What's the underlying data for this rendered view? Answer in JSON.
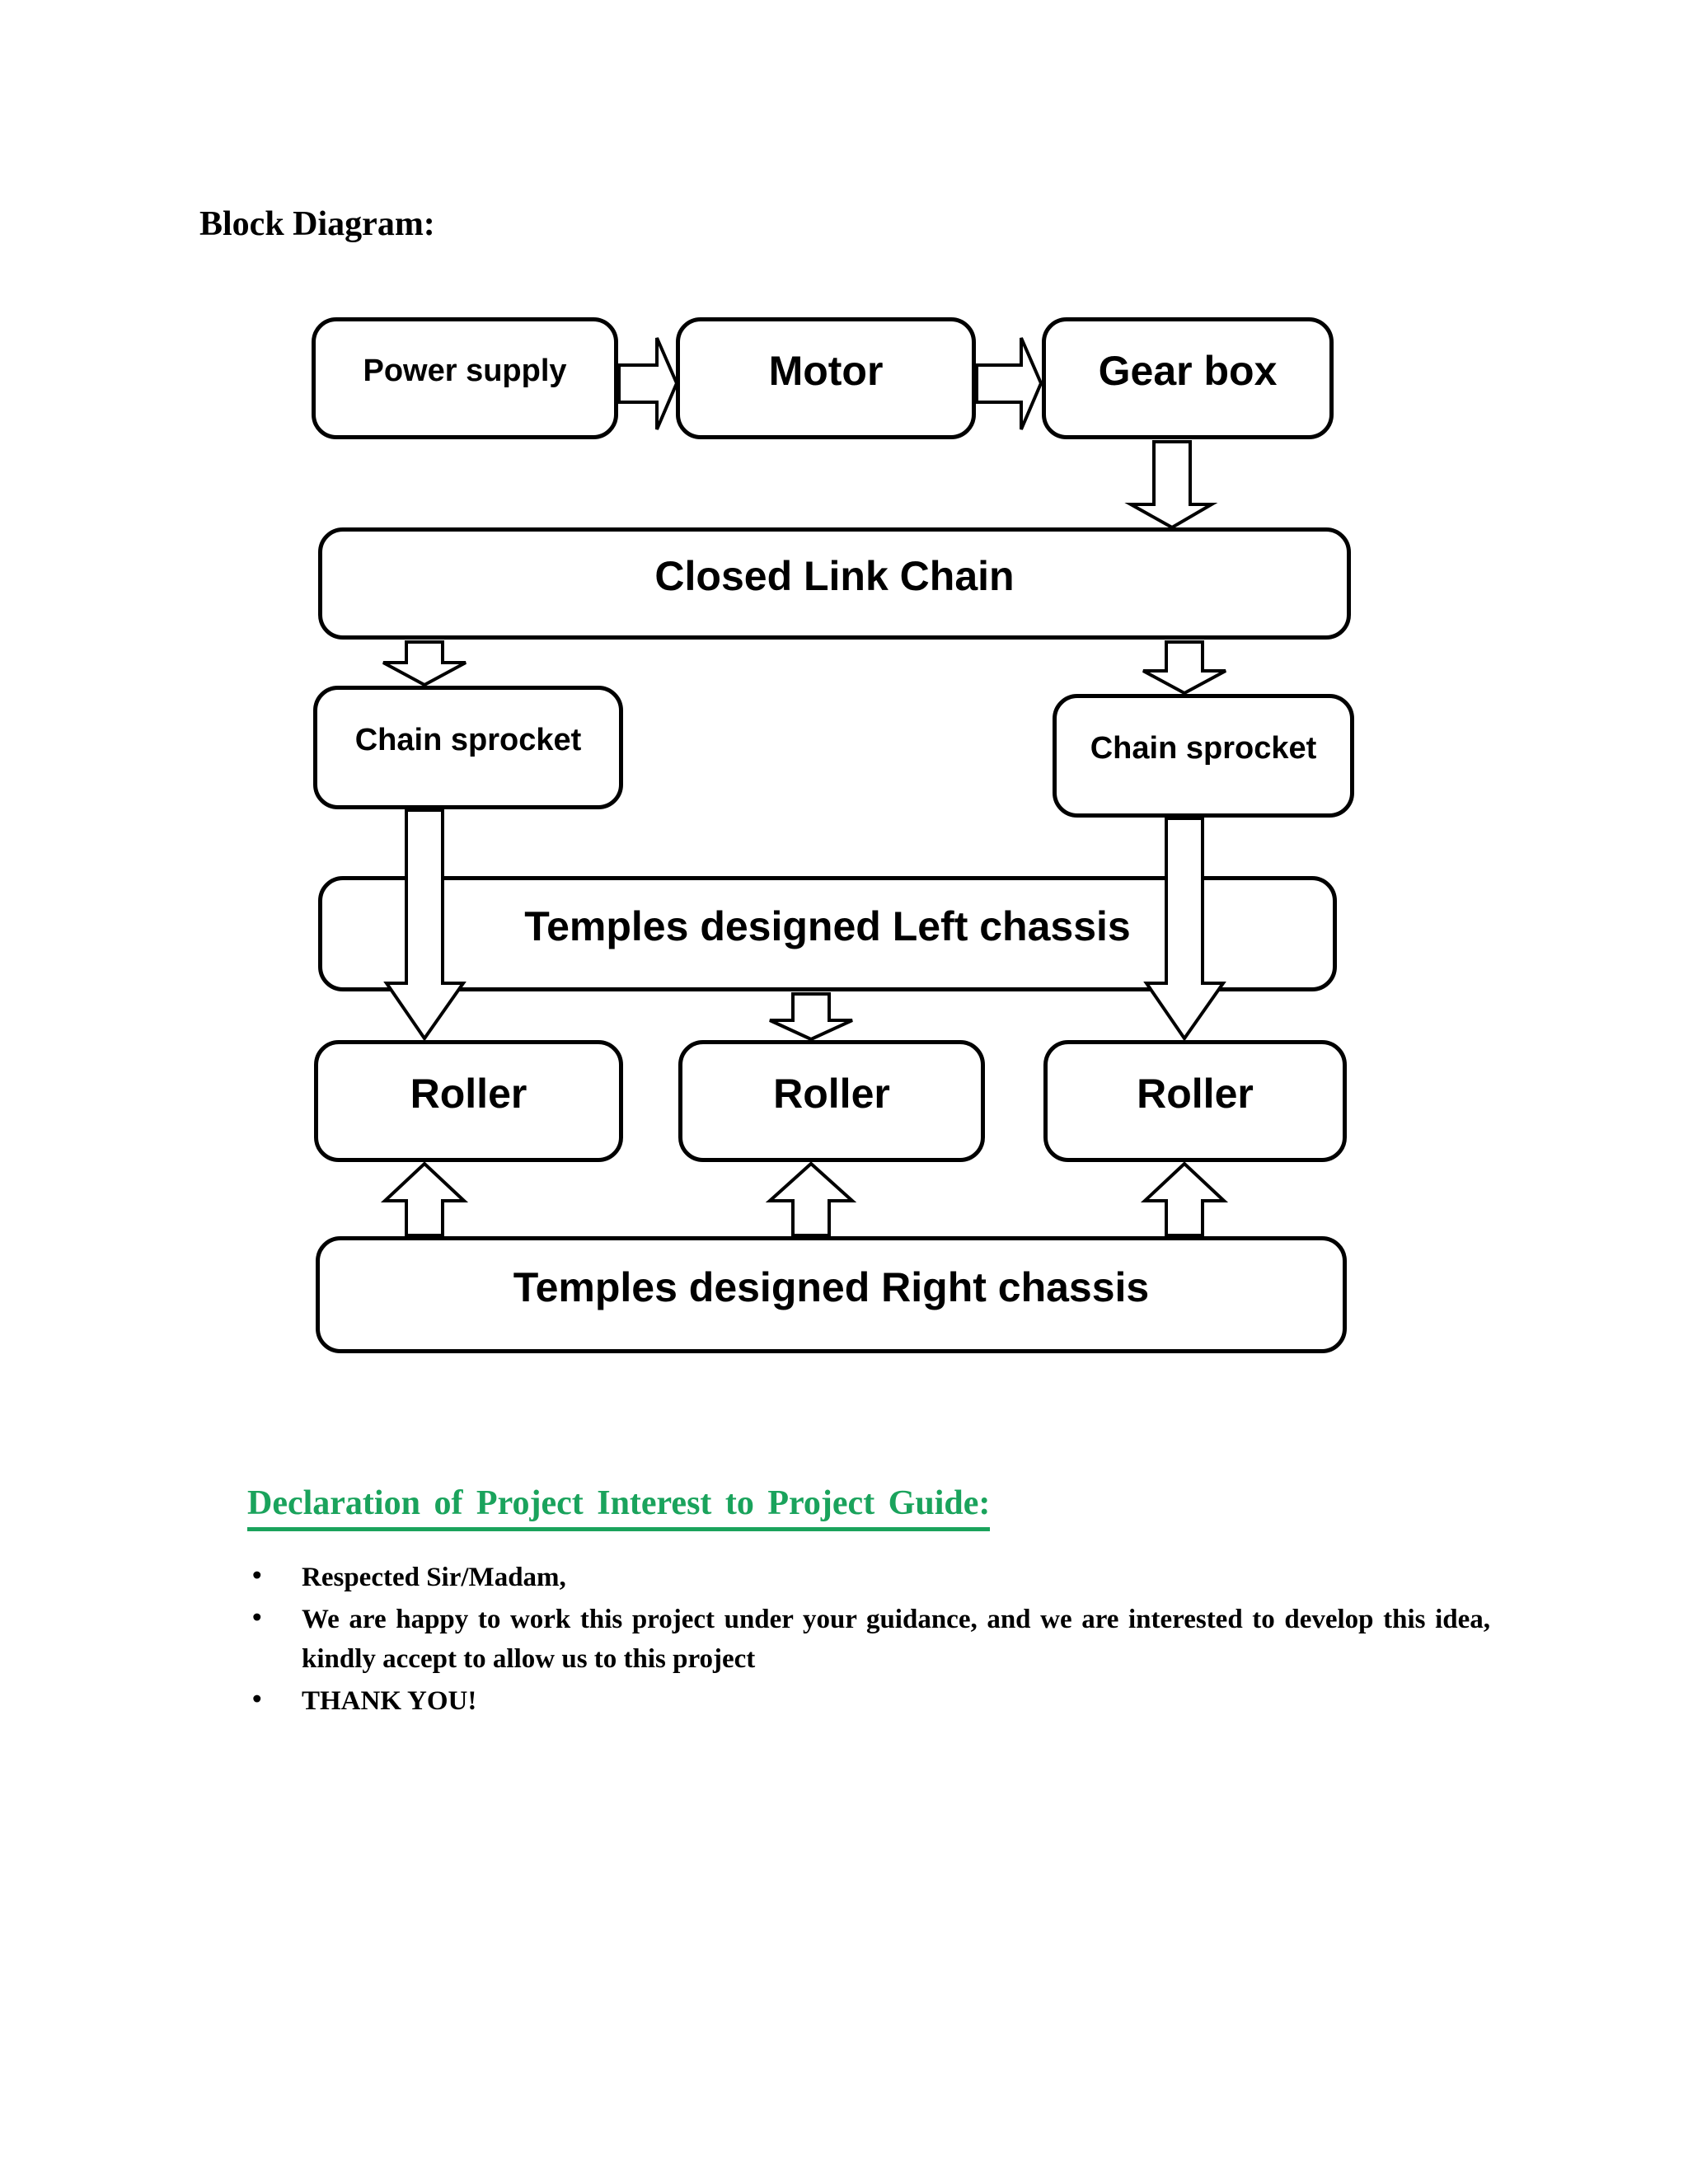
{
  "page": {
    "heading": "Block Diagram:"
  },
  "diagram": {
    "stroke_color": "#000000",
    "fill_color": "#ffffff",
    "boxes": {
      "power_supply": "Power supply",
      "motor": "Motor",
      "gear_box": "Gear box",
      "closed_link_chain": "Closed Link Chain",
      "chain_sprocket_left": "Chain sprocket",
      "chain_sprocket_right": "Chain sprocket",
      "left_chassis": "Temples designed Left chassis",
      "roller_left": "Roller",
      "roller_middle": "Roller",
      "roller_right": "Roller",
      "right_chassis": "Temples designed Right chassis"
    }
  },
  "declaration": {
    "heading": "Declaration of Project Interest to Project Guide:",
    "accent_color": "#1AA35C",
    "bullet_char": "•",
    "bullets": [
      "Respected  Sir/Madam,",
      "We are happy to work this project under your guidance, and we are interested to develop this idea, kindly accept to allow us to this project",
      "THANK YOU!"
    ]
  }
}
